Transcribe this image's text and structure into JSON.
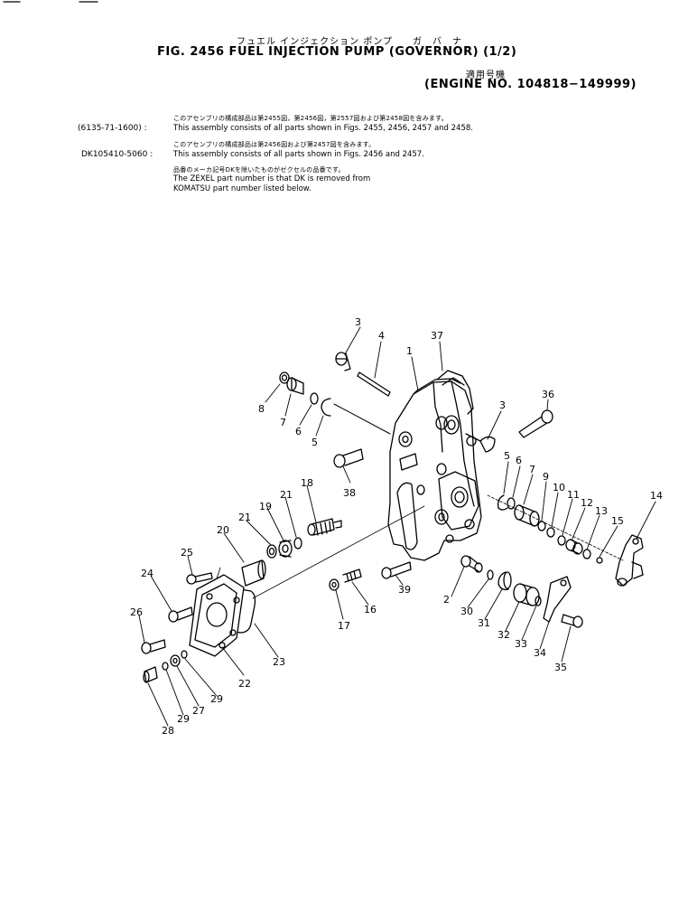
{
  "header": {
    "title_jp": "フュエル インジェクション ポンプ　　ガ　バ　ナ",
    "title": "FIG. 2456  FUEL  INJECTION  PUMP (GOVERNOR)  (1/2)",
    "applicable_jp": "適用号機",
    "engine": "(ENGINE  NO. 104818−149999)"
  },
  "notes": [
    {
      "jp": "このアセンブリの構成部品は第2455図，第2456図，第2557図および第2458図を含みます。",
      "code": "(6135-71-1600) :",
      "text": "This assembly consists of all parts shown in Figs. 2455, 2456, 2457 and 2458."
    },
    {
      "jp": "このアセンブリの構成部品は第2456図および第2457図を含みます。",
      "code": "DK105410-5060 :",
      "text": "This assembly consists of all parts shown in Figs. 2456 and 2457."
    },
    {
      "jp": "品番のメーカ記号DKを除いたものがゼクセルの品番です。",
      "code": "",
      "text": "The ZEXEL part number is that DK is removed from\nKOMATSU part number listed below."
    }
  ],
  "callouts": [
    {
      "id": "c1",
      "label": "1"
    },
    {
      "id": "c2",
      "label": "2"
    },
    {
      "id": "c3a",
      "label": "3"
    },
    {
      "id": "c3b",
      "label": "3"
    },
    {
      "id": "c4",
      "label": "4"
    },
    {
      "id": "c5a",
      "label": "5"
    },
    {
      "id": "c5b",
      "label": "5"
    },
    {
      "id": "c6a",
      "label": "6"
    },
    {
      "id": "c6b",
      "label": "6"
    },
    {
      "id": "c7a",
      "label": "7"
    },
    {
      "id": "c7b",
      "label": "7"
    },
    {
      "id": "c8",
      "label": "8"
    },
    {
      "id": "c9",
      "label": "9"
    },
    {
      "id": "c10",
      "label": "10"
    },
    {
      "id": "c11",
      "label": "11"
    },
    {
      "id": "c12",
      "label": "12"
    },
    {
      "id": "c13",
      "label": "13"
    },
    {
      "id": "c14",
      "label": "14"
    },
    {
      "id": "c15",
      "label": "15"
    },
    {
      "id": "c16",
      "label": "16"
    },
    {
      "id": "c17",
      "label": "17"
    },
    {
      "id": "c18",
      "label": "18"
    },
    {
      "id": "c19",
      "label": "19"
    },
    {
      "id": "c20",
      "label": "20"
    },
    {
      "id": "c21a",
      "label": "21"
    },
    {
      "id": "c21b",
      "label": "21"
    },
    {
      "id": "c22",
      "label": "22"
    },
    {
      "id": "c23",
      "label": "23"
    },
    {
      "id": "c24",
      "label": "24"
    },
    {
      "id": "c25",
      "label": "25"
    },
    {
      "id": "c26",
      "label": "26"
    },
    {
      "id": "c27",
      "label": "27"
    },
    {
      "id": "c28",
      "label": "28"
    },
    {
      "id": "c29a",
      "label": "29"
    },
    {
      "id": "c29b",
      "label": "29"
    },
    {
      "id": "c30",
      "label": "30"
    },
    {
      "id": "c31",
      "label": "31"
    },
    {
      "id": "c32",
      "label": "32"
    },
    {
      "id": "c33",
      "label": "33"
    },
    {
      "id": "c34",
      "label": "34"
    },
    {
      "id": "c35",
      "label": "35"
    },
    {
      "id": "c36",
      "label": "36"
    },
    {
      "id": "c37",
      "label": "37"
    },
    {
      "id": "c38",
      "label": "38"
    },
    {
      "id": "c39",
      "label": "39"
    }
  ]
}
